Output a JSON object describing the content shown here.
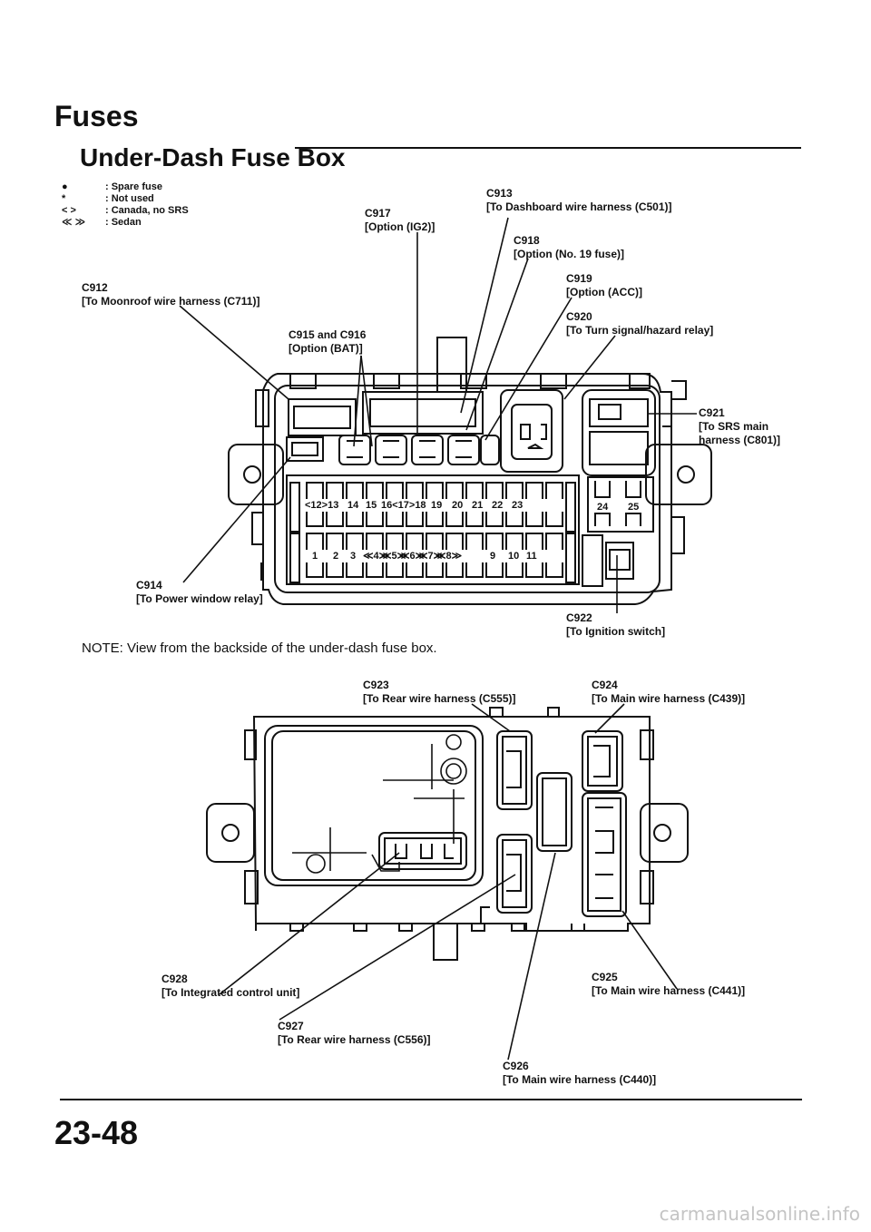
{
  "heading": "Fuses",
  "subheading": "Under-Dash Fuse Box",
  "legend": [
    {
      "symbol": "●",
      "meaning": ": Spare fuse"
    },
    {
      "symbol": "*",
      "meaning": ": Not used"
    },
    {
      "symbol": "< >",
      "meaning": ": Canada, no SRS"
    },
    {
      "symbol": "≪ ≫",
      "meaning": ": Sedan"
    }
  ],
  "callouts": {
    "c913": {
      "id": "C913",
      "desc": "[To Dashboard wire harness (C501)]"
    },
    "c917": {
      "id": "C917",
      "desc": "[Option (IG2)]"
    },
    "c918": {
      "id": "C918",
      "desc": "[Option (No. 19 fuse)]"
    },
    "c912": {
      "id": "C912",
      "desc": "[To Moonroof wire harness (C711)]"
    },
    "c919": {
      "id": "C919",
      "desc": "[Option (ACC)]"
    },
    "c915": {
      "id": "C915 and C916",
      "desc": "[Option (BAT)]"
    },
    "c920": {
      "id": "C920",
      "desc": "[To Turn signal/hazard relay]"
    },
    "c921": {
      "id": "C921",
      "desc": "[To SRS main",
      "desc2": "harness (C801)]"
    },
    "c914": {
      "id": "C914",
      "desc": "[To Power window relay]"
    },
    "c922": {
      "id": "C922",
      "desc": "[To Ignition switch]"
    },
    "c923": {
      "id": "C923",
      "desc": "[To Rear wire harness (C555)]"
    },
    "c924": {
      "id": "C924",
      "desc": "[To Main wire harness (C439)]"
    },
    "c928": {
      "id": "C928",
      "desc": "[To Integrated control unit]"
    },
    "c925": {
      "id": "C925",
      "desc": "[To Main wire harness (C441)]"
    },
    "c927": {
      "id": "C927",
      "desc": "[To Rear wire harness (C556)]"
    },
    "c926": {
      "id": "C926",
      "desc": "[To Main wire harness (C440)]"
    }
  },
  "fuse_row_top": [
    "<12>13",
    "14",
    "15",
    "16<17>18",
    "19",
    "20",
    "21",
    "22",
    "23"
  ],
  "fuse_row_bottom": [
    "1",
    "2",
    "3",
    "≪4≫",
    "≪5≫",
    "≪6≫",
    "≪7≫",
    "≪8≫",
    "9",
    "10",
    "11"
  ],
  "fuse_right": [
    "24",
    "25"
  ],
  "note": "NOTE: View from the backside of the under-dash fuse box.",
  "page_number": "23-48",
  "watermark": "carmanualsonline.info"
}
